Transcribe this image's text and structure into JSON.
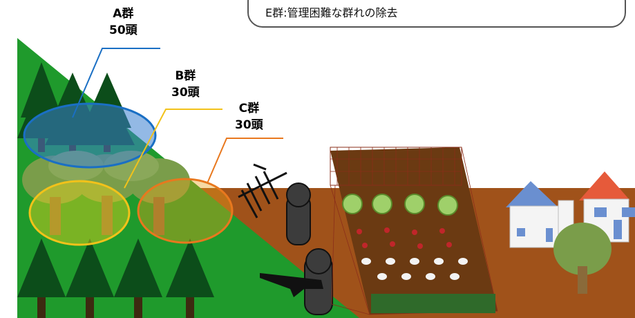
{
  "banner": {
    "text": "E群:管理困難な群れの除去"
  },
  "groups": [
    {
      "name": "A群",
      "count": "50頭"
    },
    {
      "name": "B群",
      "count": "30頭"
    },
    {
      "name": "C群",
      "count": "30頭"
    }
  ],
  "colors": {
    "group_a": "#1a6fc4",
    "group_b": "#f2c21a",
    "group_c": "#e8781e",
    "forest": "#1f9a2c",
    "ground": "#a0521a"
  },
  "icons": [
    "conifer-tree-icon",
    "deciduous-tree-icon",
    "person-icon",
    "rifle-icon",
    "antenna-icon",
    "house-icon",
    "fence-icon",
    "cabbage-icon",
    "radish-icon"
  ]
}
